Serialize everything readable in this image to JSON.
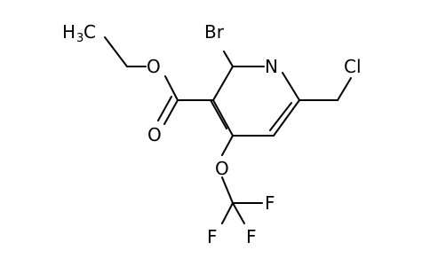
{
  "molecule": {
    "atoms": {
      "methyl_h": "H",
      "methyl_sub": "3",
      "methyl_c": "C",
      "ester_o": "O",
      "carbonyl_o": "O",
      "bromine": "Br",
      "nitrogen": "N",
      "chlorine": "Cl",
      "ether_o": "O",
      "fluorine_1": "F",
      "fluorine_2": "F",
      "fluorine_3": "F"
    },
    "colors": {
      "atom": "#000000",
      "bond": "#000000",
      "background": "#ffffff"
    }
  }
}
